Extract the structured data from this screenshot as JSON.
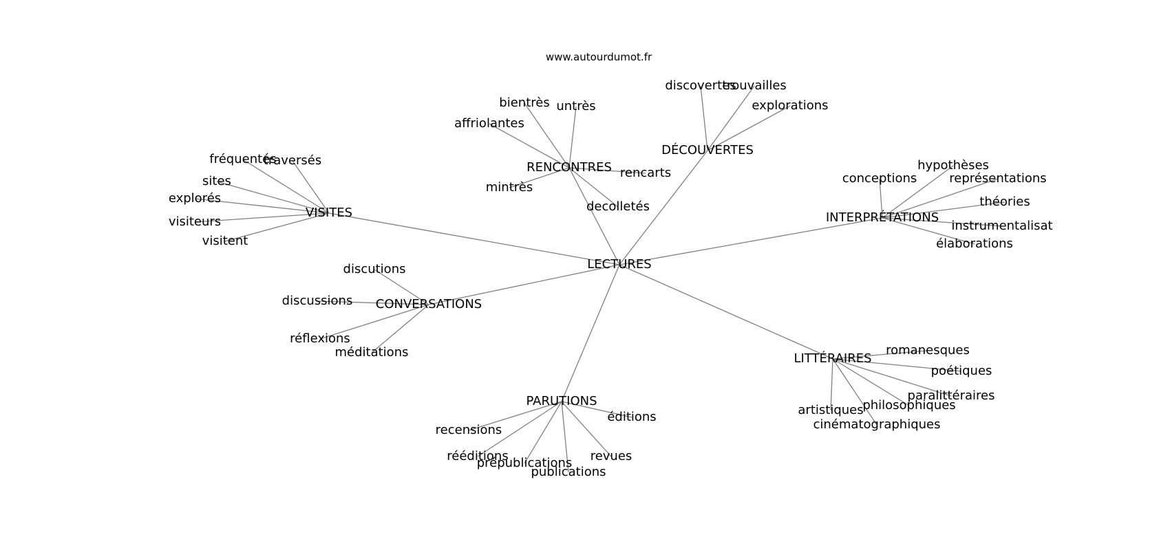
{
  "watermark": "www.autourdumot.fr",
  "colors": {
    "edge": "#808080",
    "text": "#000000",
    "background": "#ffffff"
  },
  "graph": {
    "center": "LECTURES",
    "hubs": [
      {
        "label": "VISITES",
        "leaves": [
          "fréquentés",
          "traversés",
          "sites",
          "explorés",
          "visiteurs",
          "visitent"
        ]
      },
      {
        "label": "RENCONTRES",
        "leaves": [
          "bientrès",
          "untrès",
          "affriolantes",
          "rencarts",
          "mintrès",
          "decolletés"
        ]
      },
      {
        "label": "DÉCOUVERTES",
        "leaves": [
          "discovertes",
          "trouvailles",
          "explorations"
        ]
      },
      {
        "label": "INTERPRÉTATIONS",
        "leaves": [
          "conceptions",
          "hypothèses",
          "représentations",
          "théories",
          "instrumentalisat",
          "élaborations"
        ]
      },
      {
        "label": "CONVERSATIONS",
        "leaves": [
          "discutions",
          "discussions",
          "réflexions",
          "méditations"
        ]
      },
      {
        "label": "LITTÉRAIRES",
        "leaves": [
          "romanesques",
          "poétiques",
          "paralittéraires",
          "artistiques",
          "philosophiques",
          "cinématographiques"
        ]
      },
      {
        "label": "PARUTIONS",
        "leaves": [
          "éditions",
          "recensions",
          "rééditions",
          "prépublications",
          "publications",
          "revues"
        ]
      }
    ]
  }
}
